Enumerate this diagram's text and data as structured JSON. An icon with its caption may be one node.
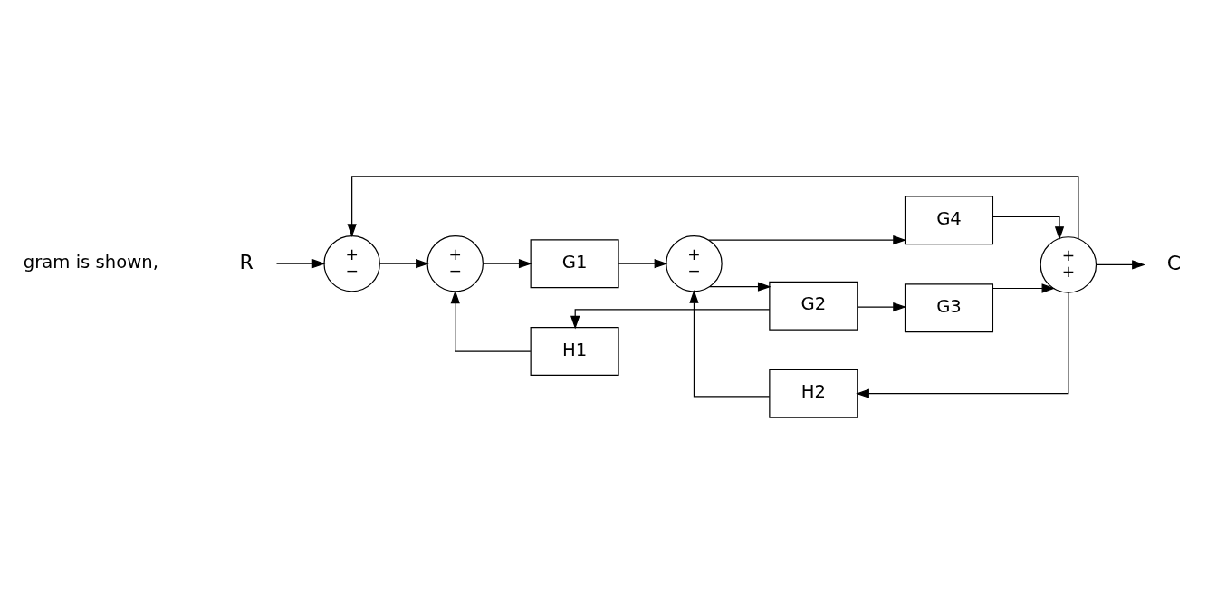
{
  "diagram": {
    "nodes": [
      {
        "text": [
          "R"
        ]
      },
      {
        "text": [
          "+",
          "−"
        ]
      },
      {
        "text": [
          "+",
          "−"
        ]
      },
      {
        "text": [
          "G1"
        ]
      },
      {
        "text": [
          "+",
          "−"
        ]
      },
      {
        "text": [
          "G4"
        ]
      },
      {
        "text": [
          "G2"
        ]
      },
      {
        "text": [
          "G3"
        ]
      },
      {
        "text": [
          "+",
          "+"
        ]
      },
      {
        "text": [
          "C"
        ]
      },
      {
        "text": [
          "H2"
        ]
      },
      {
        "text": [
          "H1"
        ]
      }
    ],
    "edges": [
      {
        "from": 0,
        "to": 1,
        "arrow": "to"
      },
      {
        "from": 1,
        "to": 2,
        "arrow": "to"
      },
      {
        "from": 2,
        "to": 3,
        "arrow": "to"
      },
      {
        "from": 3,
        "to": 4,
        "arrow": "to"
      },
      {
        "from": 4,
        "to": 6,
        "arrow": "to"
      },
      {
        "from": 4,
        "to": 5,
        "arrow": "to"
      },
      {
        "from": 6,
        "to": 7,
        "arrow": "to"
      },
      {
        "from": 5,
        "to": 8,
        "arrow": "to"
      },
      {
        "from": 7,
        "to": 8,
        "arrow": "to"
      },
      {
        "from": 8,
        "to": 9,
        "arrow": "to"
      },
      {
        "from": 8,
        "to": 10,
        "arrow": "to"
      },
      {
        "from": 10,
        "to": 4,
        "arrow": "to"
      },
      {
        "from": 6,
        "to": 11,
        "arrow": "to"
      },
      {
        "from": 11,
        "to": 2,
        "arrow": "to"
      },
      {
        "from": 8,
        "to": 1,
        "arrow": "to"
      }
    ],
    "labels": [
      "gram is shown,"
    ]
  }
}
